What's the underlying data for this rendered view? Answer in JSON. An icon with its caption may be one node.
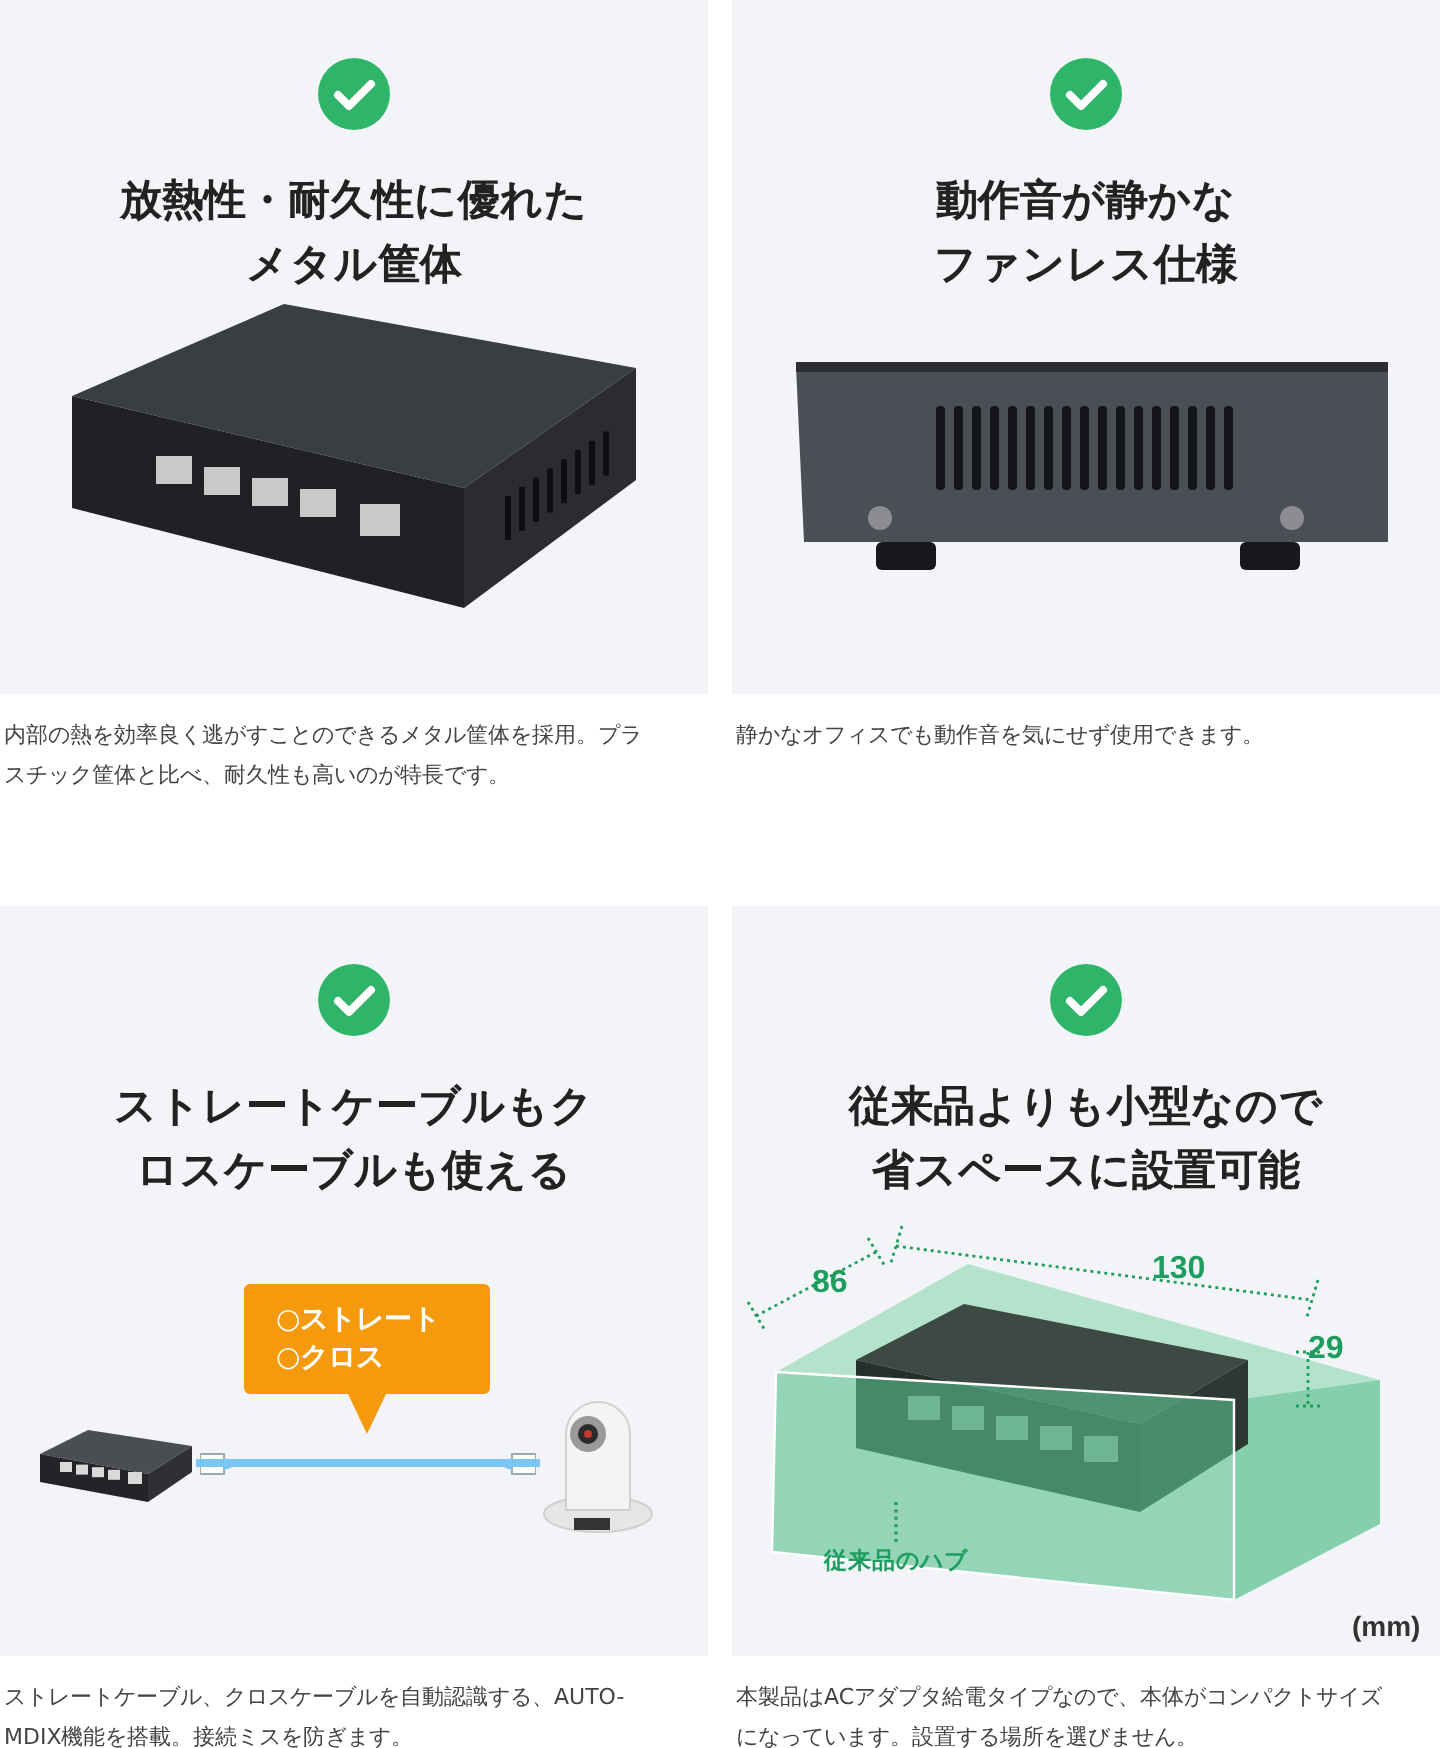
{
  "diagram": {
    "nodes": [
      {
        "text": [
          "放熱性・耐久性に優れたメタル筐体"
        ],
        "beside": [
          "内部の熱を効率良く逃がすことのできるメタル筐体を採用。プラスチック筐体と比べ、耐久性も高いのが特長です。"
        ]
      },
      {
        "text": [
          "動作音が静かなファンレス仕様"
        ],
        "beside": [
          "静かなオフィスでも動作音を気にせず使用できます。"
        ]
      },
      {
        "text": [
          "ストレートケーブルもクロスケーブルも使える"
        ],
        "beside": [
          "ストレートケーブル、クロスケーブルを自動認識する、AUTO-MDIX機能を搭載。接続ミスを防ぎます。"
        ]
      },
      {
        "text": [
          "従来品よりも小型なので省スペースに設置可能"
        ],
        "beside": [
          "本製品はACアダプタ給電タイプなので、本体がコンパクトサイズになっています。設置する場所を選びません。"
        ]
      },
      {
        "text": [
          "○ストレート ○クロス"
        ],
        "in": 2
      },
      {
        "text": [],
        "shape": "picture",
        "in": 2
      },
      {
        "text": [],
        "shape": "picture",
        "in": 2
      },
      {
        "text": [],
        "shape": "box",
        "in": 3
      },
      {
        "text": [
          "従来品のハブ"
        ],
        "in": 7
      }
    ],
    "edges": [
      {
        "from": 5,
        "to": 6,
        "arrow": "none",
        "style": "thick",
        "color": "#7cc6f4"
      },
      {
        "from": 8,
        "to": 7,
        "arrow": "none",
        "style": "dashed",
        "color": "#1e9e5e"
      }
    ],
    "labels": [
      "86",
      "130",
      "29",
      "(mm)"
    ]
  }
}
